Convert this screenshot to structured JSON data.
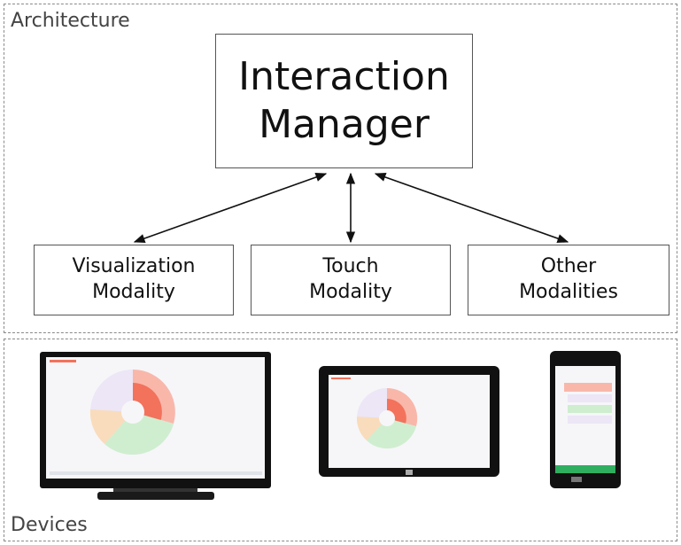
{
  "architecture": {
    "label": "Architecture",
    "manager": {
      "line1": "Interaction",
      "line2": "Manager"
    },
    "modalities": [
      {
        "line1": "Visualization",
        "line2": "Modality"
      },
      {
        "line1": "Touch",
        "line2": "Modality"
      },
      {
        "line1": "Other",
        "line2": "Modalities"
      }
    ]
  },
  "devices": {
    "label": "Devices",
    "items": [
      {
        "type": "tv"
      },
      {
        "type": "tablet"
      },
      {
        "type": "phone"
      }
    ]
  },
  "colors": {
    "border": "#555555",
    "dashed": "#8a8a8a",
    "screen": "#f6f6f8",
    "bezel": "#111111",
    "chart_red": "#f2725c",
    "chart_lightred": "#f9b7aa",
    "chart_green": "#cfeecf",
    "chart_purple": "#ece6f6",
    "chart_orange": "#f9dcbc"
  }
}
